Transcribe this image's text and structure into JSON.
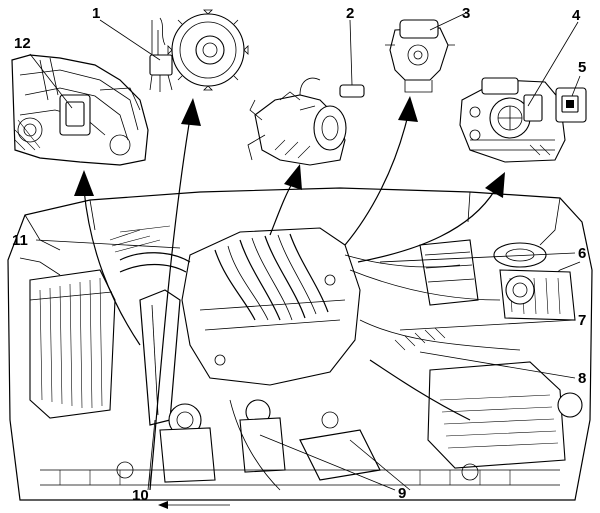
{
  "callouts": [
    "1",
    "2",
    "3",
    "4",
    "5",
    "6",
    "7",
    "8",
    "9",
    "10",
    "11",
    "12"
  ],
  "colors": {
    "ink": "#000000",
    "paper": "#ffffff"
  }
}
